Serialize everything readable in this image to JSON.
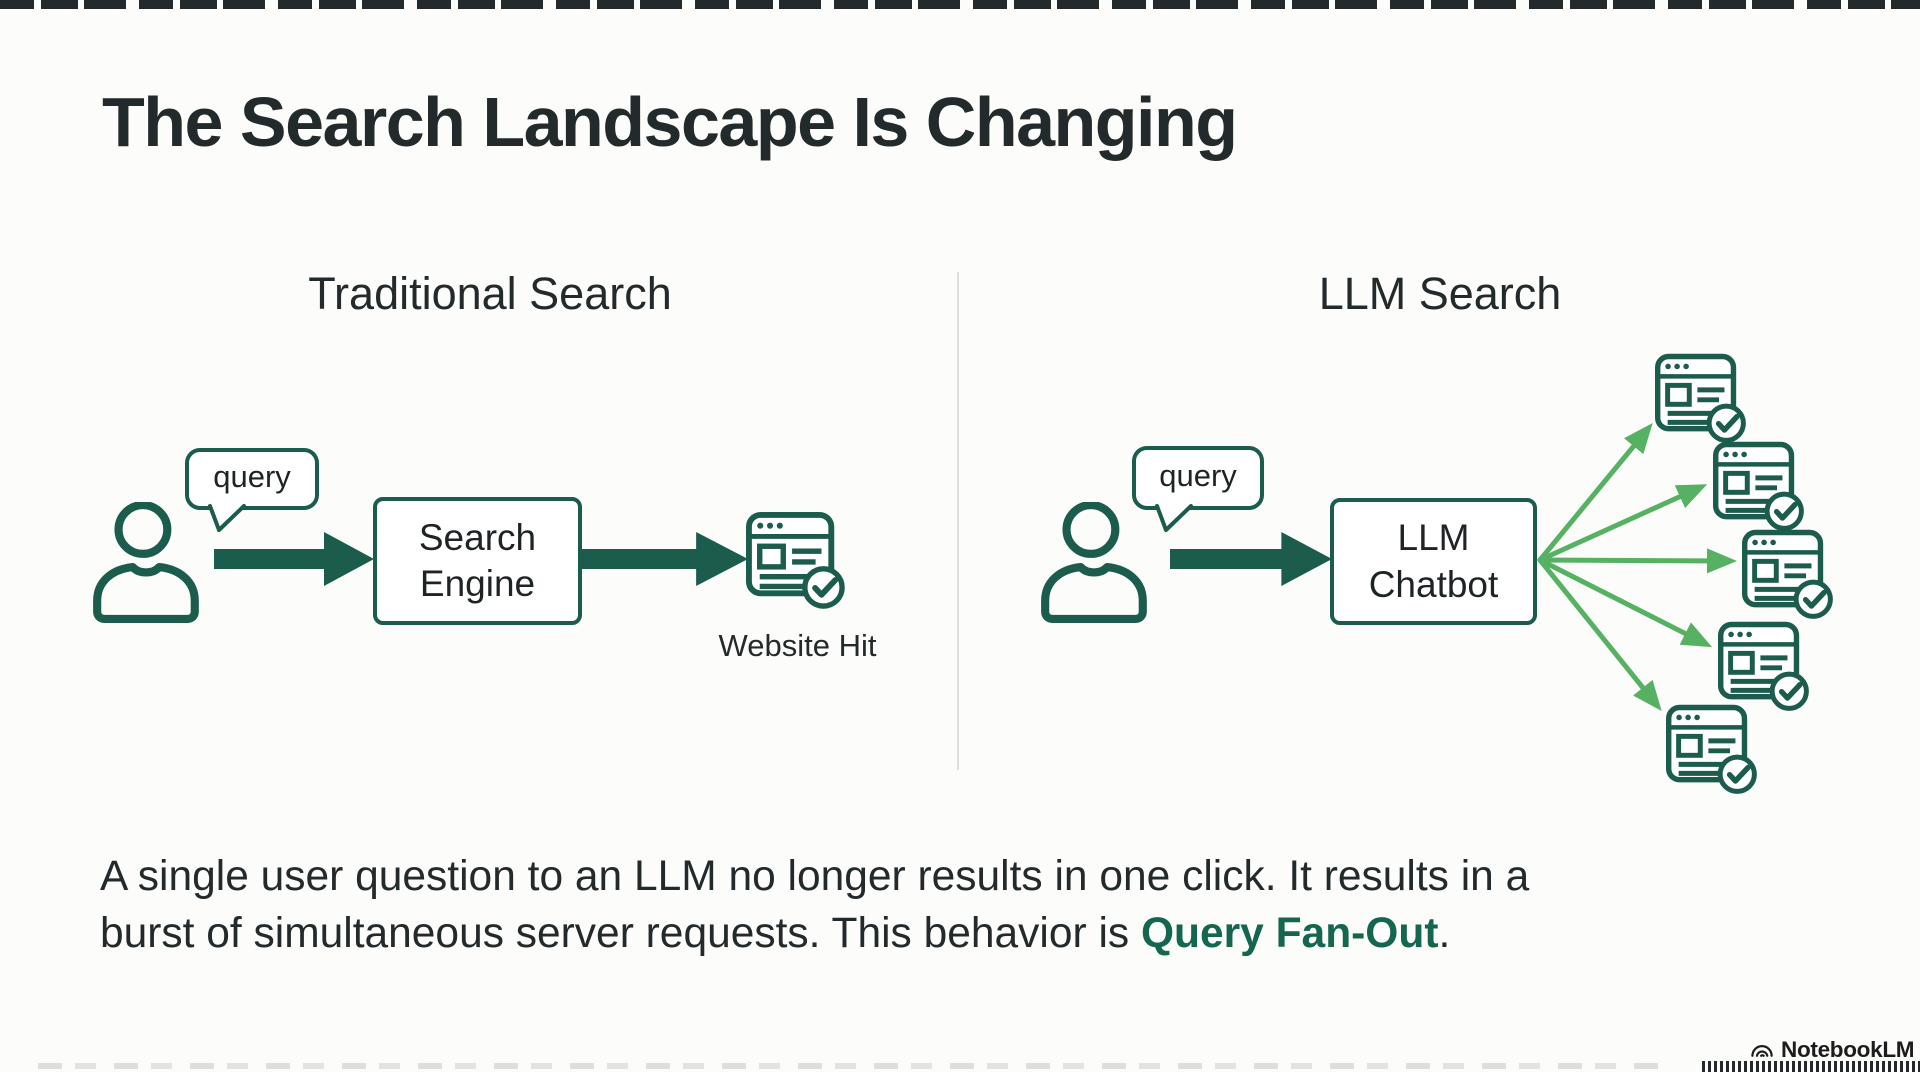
{
  "colors": {
    "background": "#fcfcfb",
    "ink": "#232a2b",
    "teal": "#1b5c4d",
    "fan_green": "#56b163",
    "accent_green": "#14664e",
    "divider": "#dcdedd"
  },
  "title": "The Search Landscape Is Changing",
  "panels": {
    "traditional": {
      "heading": "Traditional Search",
      "bubble_label": "query",
      "box_label_line1": "Search",
      "box_label_line2": "Engine",
      "result_label": "Website Hit"
    },
    "llm": {
      "heading": "LLM Search",
      "bubble_label": "query",
      "box_label_line1": "LLM",
      "box_label_line2": "Chatbot",
      "fanout_count": 5
    }
  },
  "caption": {
    "line1": "A single user question to an LLM no longer results in one click. It results in a",
    "line2_prefix": "burst of simultaneous server requests. This behavior is ",
    "line2_highlight": "Query Fan-Out",
    "line2_suffix": "."
  },
  "footer": {
    "brand": "NotebookLM"
  },
  "icons": {
    "person": "user-outline",
    "bubble": "speech-bubble",
    "arrow": "solid-right-arrow",
    "webpage": "browser-window-with-check",
    "brand": "notebooklm-arcs"
  }
}
